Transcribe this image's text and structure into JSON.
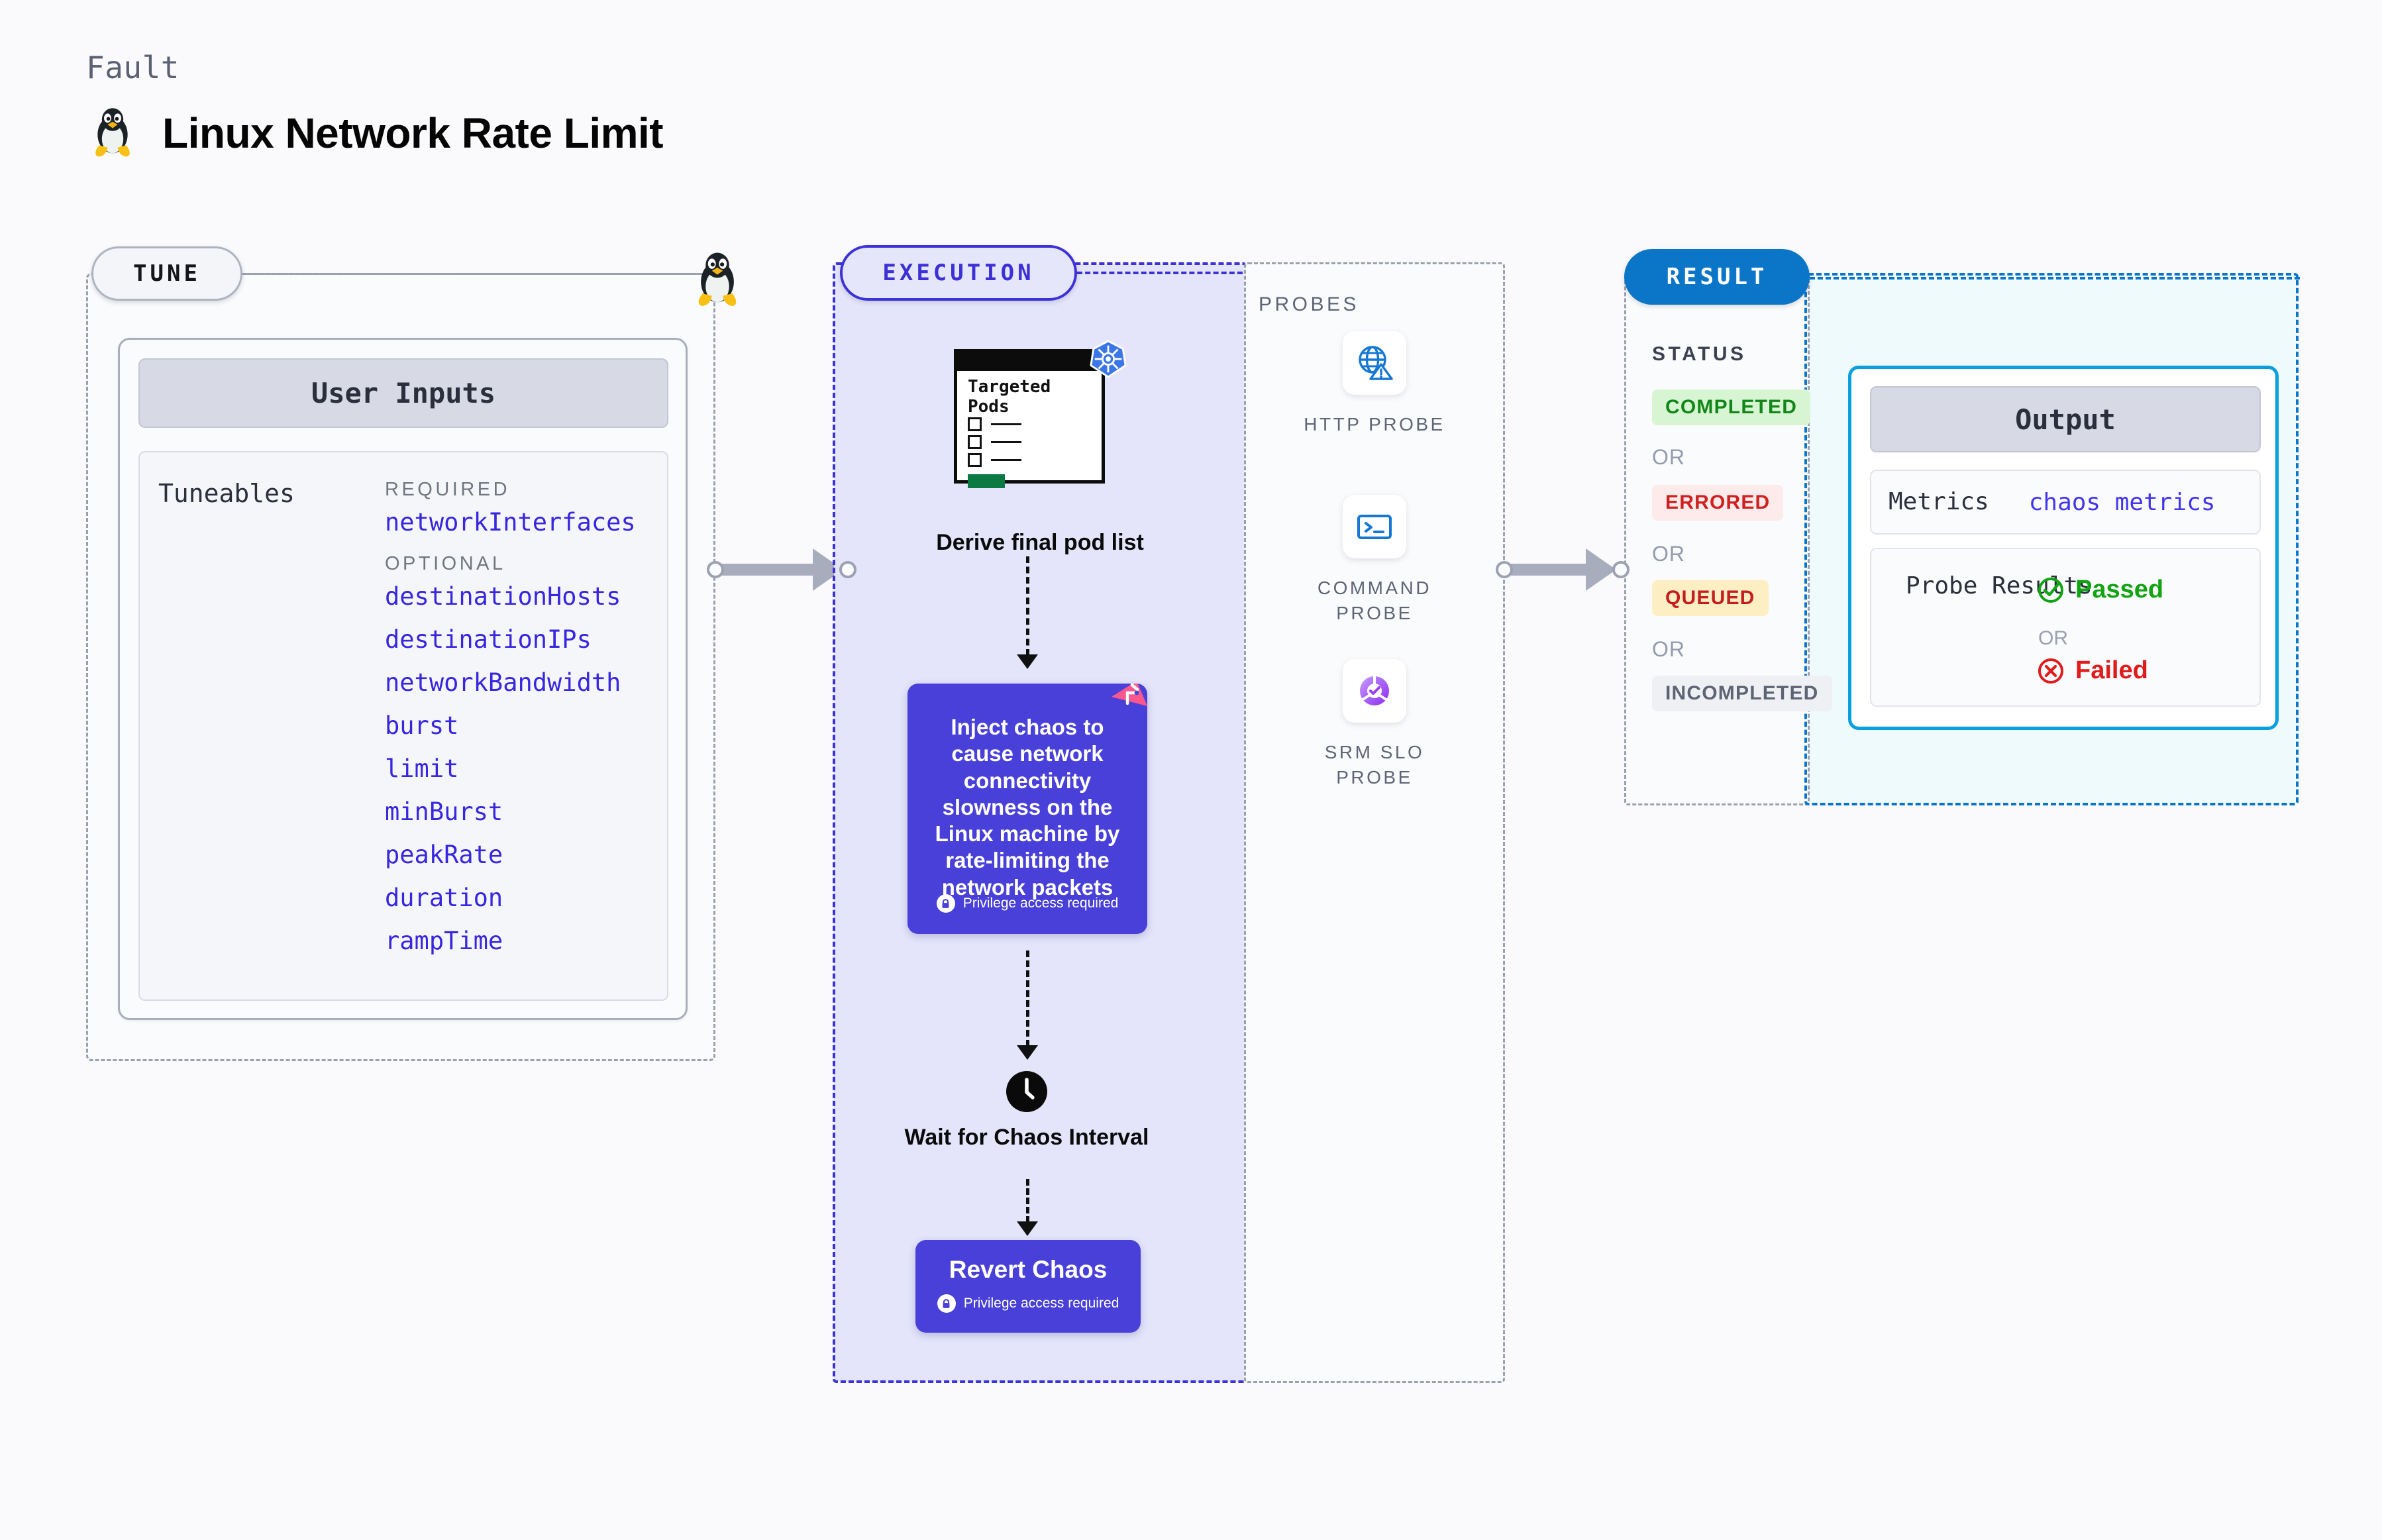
{
  "header": {
    "kicker": "Fault",
    "title": "Linux Network Rate Limit",
    "icon": "linux-tux-icon"
  },
  "tune": {
    "badge": "TUNE",
    "card_title": "User Inputs",
    "tuneables_label": "Tuneables",
    "groups": [
      {
        "label": "REQUIRED",
        "items": [
          "networkInterfaces"
        ]
      },
      {
        "label": "OPTIONAL",
        "items": [
          "destinationHosts",
          "destinationIPs",
          "networkBandwidth",
          "burst",
          "limit",
          "minBurst",
          "peakRate",
          "duration",
          "rampTime"
        ]
      }
    ]
  },
  "execution": {
    "badge": "EXECUTION",
    "pods_card": {
      "title": "Targeted Pods",
      "platform_icon": "kubernetes-icon"
    },
    "derive_label": "Derive final pod list",
    "chaos_card": {
      "text": "Inject chaos to cause network connectivity slowness on the Linux machine by rate-limiting the network packets",
      "privilege_note": "Privilege access required",
      "corner_icon": "litmus-logo-icon",
      "lock_icon": "lock-icon"
    },
    "wait_step": {
      "icon": "clock-icon",
      "label": "Wait for Chaos Interval"
    },
    "revert_card": {
      "title": "Revert Chaos",
      "privilege_note": "Privilege access required",
      "lock_icon": "lock-icon"
    }
  },
  "probes": {
    "label": "PROBES",
    "items": [
      {
        "name": "HTTP PROBE",
        "icon": "globe-warning-icon"
      },
      {
        "name": "COMMAND PROBE",
        "icon": "terminal-icon"
      },
      {
        "name": "SRM SLO PROBE",
        "icon": "srm-slo-icon"
      }
    ]
  },
  "result": {
    "badge": "RESULT",
    "status_label": "STATUS",
    "or_label": "OR",
    "statuses": [
      {
        "text": "COMPLETED",
        "bg": "#d8f5d3",
        "color": "#128618"
      },
      {
        "text": "ERRORED",
        "bg": "#fdeaea",
        "color": "#cf2020"
      },
      {
        "text": "QUEUED",
        "bg": "#fdeec4",
        "color": "#c41f1f"
      },
      {
        "text": "INCOMPLETED",
        "bg": "#eef0f4",
        "color": "#5d6474"
      }
    ],
    "output": {
      "title": "Output",
      "metrics_key": "Metrics",
      "metrics_value": "chaos metrics",
      "probe_results_key": "Probe Results",
      "passed": {
        "text": "Passed",
        "icon": "check-circle-icon",
        "color": "#11a411"
      },
      "failed": {
        "text": "Failed",
        "icon": "x-circle-icon",
        "color": "#e01b1b"
      },
      "or_label": "OR"
    }
  },
  "colors": {
    "accent_purple": "#4840d8",
    "accent_blue": "#0b76c8",
    "link_blue": "#3826e0",
    "tune_border": "#9aa0ae"
  }
}
